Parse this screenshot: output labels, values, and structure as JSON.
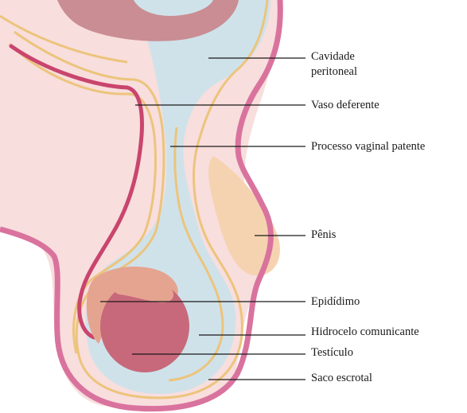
{
  "diagram": {
    "labels": {
      "cavidade_line1": "Cavidade",
      "cavidade_line2": "peritoneal",
      "vaso": "Vaso deferente",
      "processo": "Processo vaginal patente",
      "penis": "Pênis",
      "epididimo": "Epidídimo",
      "hidrocelo": "Hidrocelo comunicante",
      "testiculo": "Testículo",
      "saco": "Saco escrotal"
    },
    "colors": {
      "skin": "#f8dedd",
      "scrotal_wall": "#d9739e",
      "fluid": "#cfe2ea",
      "tunica": "#ecc47c",
      "vas": "#c9456e",
      "testis": "#c7697a",
      "epididymis": "#e5a48f",
      "penis": "#f6d3b0",
      "bowel": "#c98d93",
      "leader": "#1a1a1a"
    }
  }
}
